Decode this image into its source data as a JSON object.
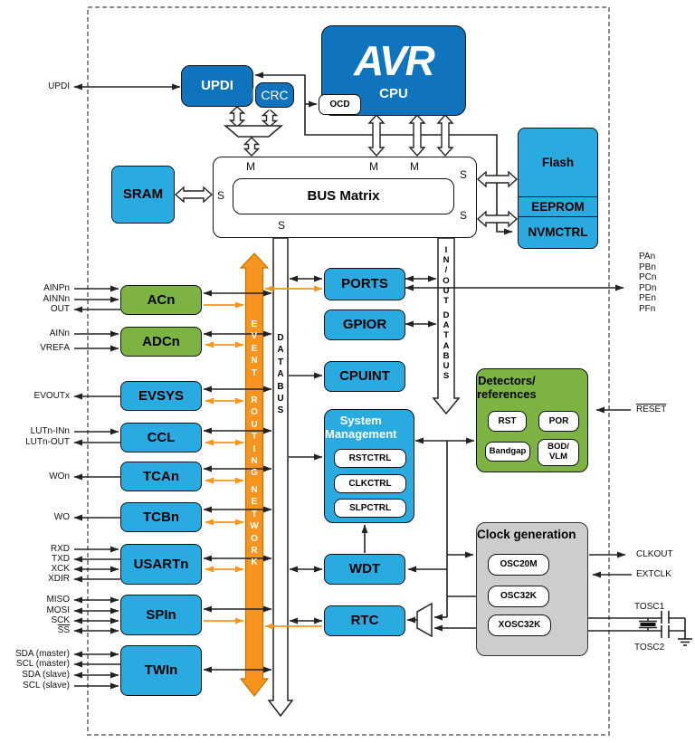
{
  "colors": {
    "dark_blue": "#0F74BD",
    "cyan": "#29ABE2",
    "green": "#7CB342",
    "orange": "#F7941E",
    "gray": "#CDCDCD"
  },
  "blocks": {
    "updi": "UPDI",
    "crc": "CRC",
    "cpu_logo": "AVR",
    "cpu": "CPU",
    "ocd": "OCD",
    "sram": "SRAM",
    "bus_matrix": "BUS Matrix",
    "flash": "Flash",
    "eeprom": "EEPROM",
    "nvmctrl": "NVMCTRL",
    "acn": "ACn",
    "adcn": "ADCn",
    "evsys": "EVSYS",
    "ccl": "CCL",
    "tcan": "TCAn",
    "tcbn": "TCBn",
    "usartn": "USARTn",
    "spin": "SPIn",
    "twin": "TWIn",
    "ports": "PORTS",
    "gpior": "GPIOR",
    "cpuint": "CPUINT",
    "wdt": "WDT",
    "rtc": "RTC",
    "sysmgmt_title": "System\nManagement",
    "rstctrl": "RSTCTRL",
    "clkctrl": "CLKCTRL",
    "slpctrl": "SLPCTRL",
    "detectors_title": "Detectors/\nreferences",
    "rst": "RST",
    "por": "POR",
    "bandgap": "Bandgap",
    "bod_vlm": "BOD/\nVLM",
    "clockgen_title": "Clock generation",
    "osc20m": "OSC20M",
    "osc32k": "OSC32K",
    "xosc32k": "XOSC32K"
  },
  "bus_labels": {
    "m": "M",
    "s": "S"
  },
  "vertical_labels": {
    "event": "EVENT",
    "routing": "ROUTING",
    "network": "NETWORK",
    "databus": "DATABUS",
    "inout": "IN/OUT",
    "inout_databus": "DATABUS"
  },
  "pins_left": {
    "updi": "UPDI",
    "ainpn": "AINPn",
    "ainnn": "AINNn",
    "out": "OUT",
    "ainn": "AINn",
    "vrefa": "VREFA",
    "evoutx": "EVOUTx",
    "lutn_inn": "LUTn-INn",
    "lutn_out": "LUTn-OUT",
    "won": "WOn",
    "wo": "WO",
    "rxd": "RXD",
    "txd": "TXD",
    "xck": "XCK",
    "xdir": "XDIR",
    "miso": "MISO",
    "mosi": "MOSI",
    "sck": "SCK",
    "ss": "SS",
    "sda_master": "SDA (master)",
    "scl_master": "SCL (master)",
    "sda_slave": "SDA (slave)",
    "scl_slave": "SCL (slave)"
  },
  "pins_right": {
    "pa": "PAn",
    "pb": "PBn",
    "pc": "PCn",
    "pd": "PDn",
    "pe": "PEn",
    "pf": "PFn",
    "reset": "RESET",
    "clkout": "CLKOUT",
    "extclk": "EXTCLK",
    "tosc1": "TOSC1",
    "tosc2": "TOSC2"
  }
}
